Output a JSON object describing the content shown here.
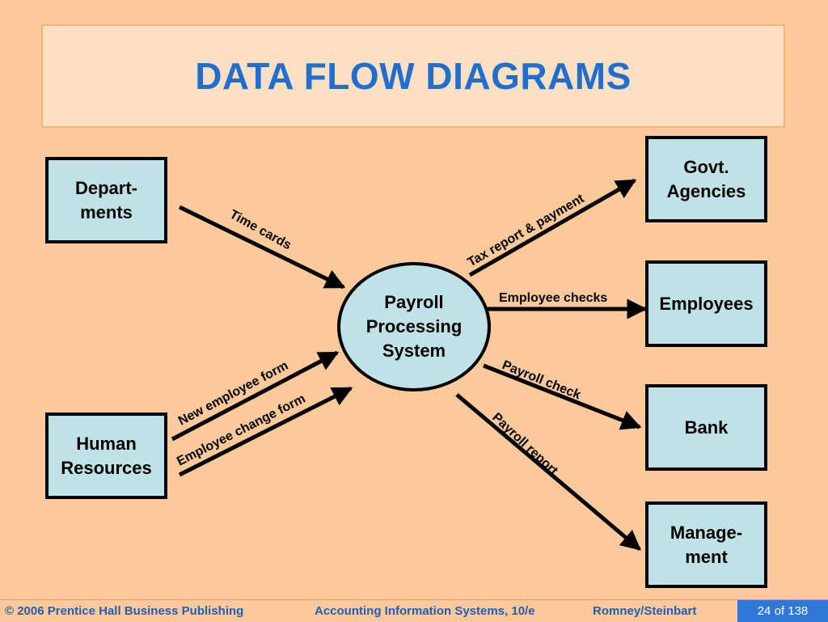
{
  "title": "DATA FLOW DIAGRAMS",
  "process": {
    "label": "Payroll\nProcessing\nSystem"
  },
  "entities": {
    "departments": "Depart-\nments",
    "human_resources": "Human\nResources",
    "govt_agencies": "Govt.\nAgencies",
    "employees": "Employees",
    "bank": "Bank",
    "management": "Manage-\nment"
  },
  "flows": {
    "time_cards": "Time cards",
    "new_employee_form": "New employee form",
    "employee_change_form": "Employee change form",
    "tax_report_payment": "Tax report & payment",
    "employee_checks": "Employee checks",
    "payroll_check": "Payroll check",
    "payroll_report": "Payroll report"
  },
  "footer": {
    "copyright": "© 2006 Prentice Hall Business Publishing",
    "book": "Accounting Information Systems, 10/e",
    "authors": "Romney/Steinbart",
    "page": "24 of 138"
  },
  "colors": {
    "background": "#fbc99a",
    "title_panel": "#fde0c2",
    "title_text": "#1f6fd0",
    "box_fill": "#bfe2e6",
    "page_badge": "#2f78d6"
  }
}
